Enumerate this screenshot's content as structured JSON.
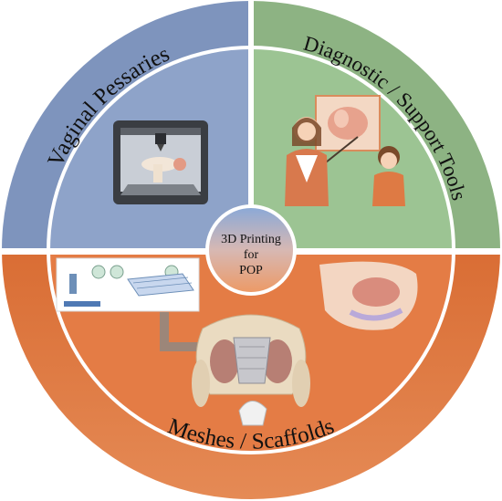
{
  "diagram": {
    "center": {
      "lines": [
        "3D Printing",
        "for",
        "POP"
      ]
    },
    "sections": [
      {
        "id": "vaginal-pessaries",
        "label": "Vaginal Pessaries",
        "color": "#8fa4c8"
      },
      {
        "id": "diagnostic-support-tools",
        "label": "Diagnostic / Support Tools",
        "color": "#97bf8d"
      },
      {
        "id": "meshes-scaffolds",
        "label": "Meshes / Scaffolds",
        "color": "#e0773f"
      }
    ]
  }
}
